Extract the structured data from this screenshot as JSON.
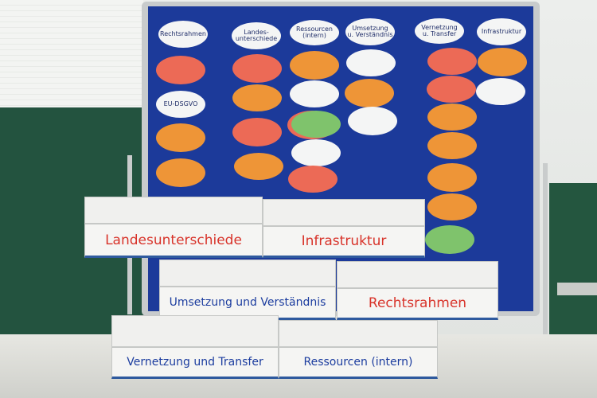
{
  "board_headers": [
    {
      "text": "Rechtsrahmen",
      "color": "white"
    },
    {
      "text": "Landes-\nunterschiede",
      "color": "white"
    },
    {
      "text": "Ressourcen\n(intern)",
      "color": "white"
    },
    {
      "text": "Umsetzung\nu. Verständnis",
      "color": "white"
    },
    {
      "text": "Vernetzung\nu. Transfer",
      "color": "white"
    },
    {
      "text": "Infrastruktur",
      "color": "white"
    }
  ],
  "board_cards": [
    {
      "text": "",
      "color": "red"
    },
    {
      "text": "EU-DSGVO",
      "color": "white"
    },
    {
      "text": "",
      "color": "orange"
    },
    {
      "text": "",
      "color": "orange"
    },
    {
      "text": "",
      "color": "red"
    },
    {
      "text": "",
      "color": "orange"
    },
    {
      "text": "",
      "color": "red"
    },
    {
      "text": "",
      "color": "orange"
    },
    {
      "text": "",
      "color": "orange"
    },
    {
      "text": "",
      "color": "white"
    },
    {
      "text": "",
      "color": "red"
    },
    {
      "text": "",
      "color": "green"
    },
    {
      "text": "",
      "color": "white"
    },
    {
      "text": "",
      "color": "red"
    },
    {
      "text": "",
      "color": "white"
    },
    {
      "text": "",
      "color": "orange"
    },
    {
      "text": "",
      "color": "white"
    },
    {
      "text": "",
      "color": "red"
    },
    {
      "text": "",
      "color": "orange"
    },
    {
      "text": "",
      "color": "red"
    },
    {
      "text": "",
      "color": "white"
    },
    {
      "text": "",
      "color": "orange"
    },
    {
      "text": "",
      "color": "orange"
    },
    {
      "text": "",
      "color": "orange"
    },
    {
      "text": "",
      "color": "orange"
    },
    {
      "text": "",
      "color": "green"
    }
  ],
  "boxes": [
    {
      "label": "Landesunterschiede",
      "style": "red"
    },
    {
      "label": "Infrastruktur",
      "style": "red"
    },
    {
      "label": "Umsetzung und Verständnis",
      "style": "blue"
    },
    {
      "label": "Rechtsrahmen",
      "style": "red"
    },
    {
      "label": "Vernetzung und Transfer",
      "style": "blue"
    },
    {
      "label": "Ressourcen (intern)",
      "style": "blue"
    }
  ],
  "colors": {
    "board": "#1c3a9a",
    "orange": "#ee9537",
    "red": "#ec6a56",
    "green": "#7fc36c",
    "white": "#f4f5f5"
  }
}
